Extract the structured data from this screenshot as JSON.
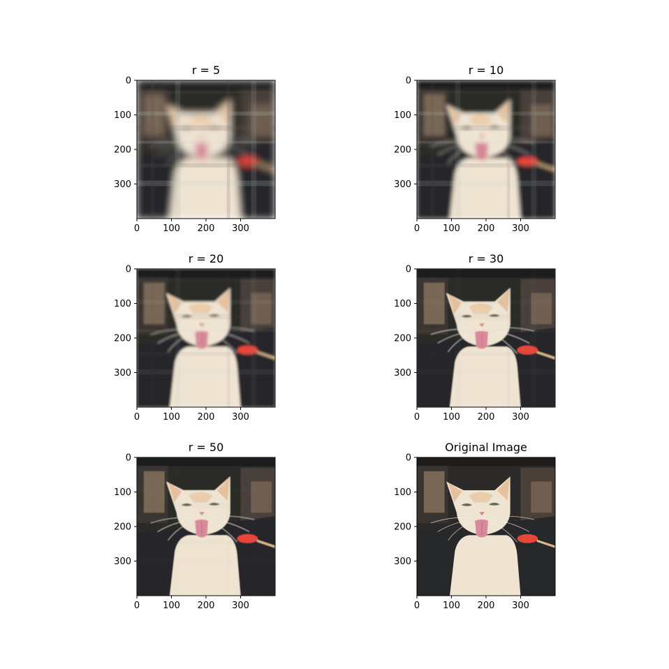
{
  "chart_data": [
    {
      "type": "image",
      "title": "r = 5",
      "blur": 10,
      "ghost": 0.55,
      "xticks": [
        0,
        100,
        200,
        300
      ],
      "yticks": [
        0,
        100,
        200,
        300
      ],
      "xlim": [
        0,
        400
      ],
      "ylim": [
        400,
        0
      ]
    },
    {
      "type": "image",
      "title": "r = 10",
      "blur": 6,
      "ghost": 0.4,
      "xticks": [
        0,
        100,
        200,
        300
      ],
      "yticks": [
        0,
        100,
        200,
        300
      ],
      "xlim": [
        0,
        400
      ],
      "ylim": [
        400,
        0
      ]
    },
    {
      "type": "image",
      "title": "r = 20",
      "blur": 3,
      "ghost": 0.2,
      "xticks": [
        0,
        100,
        200,
        300
      ],
      "yticks": [
        0,
        100,
        200,
        300
      ],
      "xlim": [
        0,
        400
      ],
      "ylim": [
        400,
        0
      ]
    },
    {
      "type": "image",
      "title": "r = 30",
      "blur": 1.8,
      "ghost": 0.1,
      "xticks": [
        0,
        100,
        200,
        300
      ],
      "yticks": [
        0,
        100,
        200,
        300
      ],
      "xlim": [
        0,
        400
      ],
      "ylim": [
        400,
        0
      ]
    },
    {
      "type": "image",
      "title": "r = 50",
      "blur": 0.9,
      "ghost": 0.05,
      "xticks": [
        0,
        100,
        200,
        300
      ],
      "yticks": [
        0,
        100,
        200,
        300
      ],
      "xlim": [
        0,
        400
      ],
      "ylim": [
        400,
        0
      ]
    },
    {
      "type": "image",
      "title": "Original Image",
      "blur": 0,
      "ghost": 0,
      "xticks": [
        0,
        100,
        200,
        300
      ],
      "yticks": [
        0,
        100,
        200,
        300
      ],
      "xlim": [
        0,
        400
      ],
      "ylim": [
        400,
        0
      ]
    }
  ],
  "colors": {
    "background": "#2b2a28",
    "floor": "#26282a",
    "wall": "#8a7460",
    "fur": "#efe3d2",
    "ear": "#e2b890",
    "tongue": "#d98a9a",
    "paddle": "#e8453b"
  }
}
